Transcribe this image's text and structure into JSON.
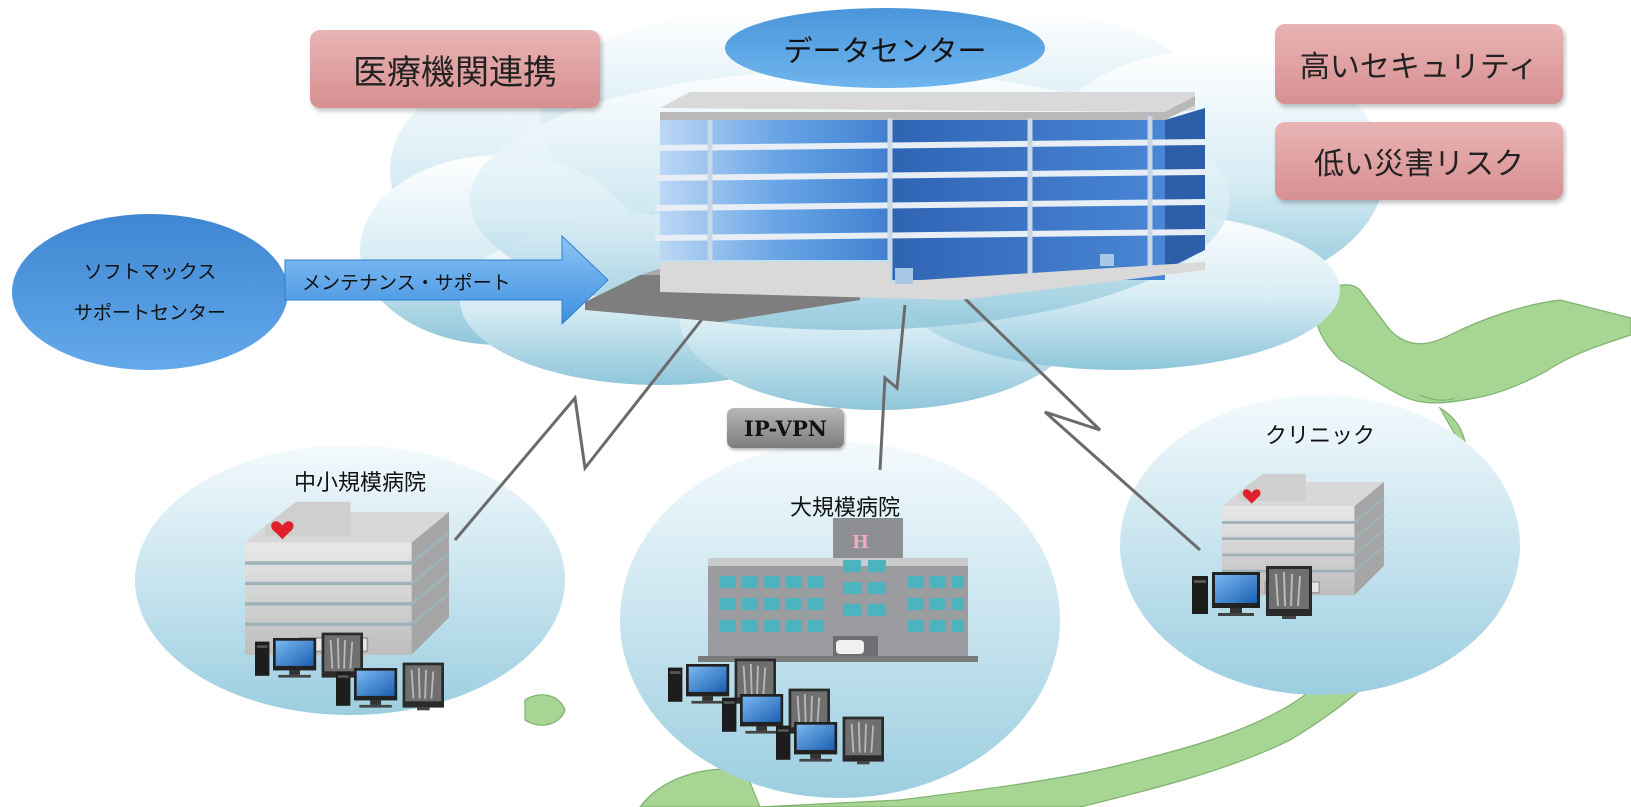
{
  "data_center": {
    "title": "データセンター"
  },
  "features": [
    {
      "label": "医療機関連携"
    },
    {
      "label": "高いセキュリティ"
    },
    {
      "label": "低い災害リスク"
    }
  ],
  "support_center": {
    "line1": "ソフトマックス",
    "line2": "サポートセンター",
    "arrow_label": "メンテナンス・サポート"
  },
  "network": {
    "label": "IP-VPN"
  },
  "sites": [
    {
      "label": "中小規模病院"
    },
    {
      "label": "大規模病院"
    },
    {
      "label": "クリニック"
    }
  ],
  "colors": {
    "cloud": "#a9d4e4",
    "ellipse": "#bfe0ec",
    "pink_box": "#dd9a9b",
    "badge": "#9a9a9a",
    "map_green": "#9fd08e",
    "support_oval": "#4a8fd6"
  }
}
